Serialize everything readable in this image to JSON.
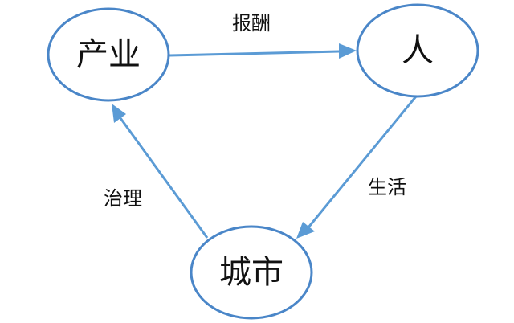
{
  "colors": {
    "node_stroke": "#4a86c8",
    "arrow": "#5b9bd5",
    "text": "#111111"
  },
  "nodes": {
    "industry": "产业",
    "people": "人",
    "city": "城市"
  },
  "edges": {
    "industry_to_people": "报酬",
    "people_to_city": "生活",
    "city_to_industry": "治理"
  }
}
